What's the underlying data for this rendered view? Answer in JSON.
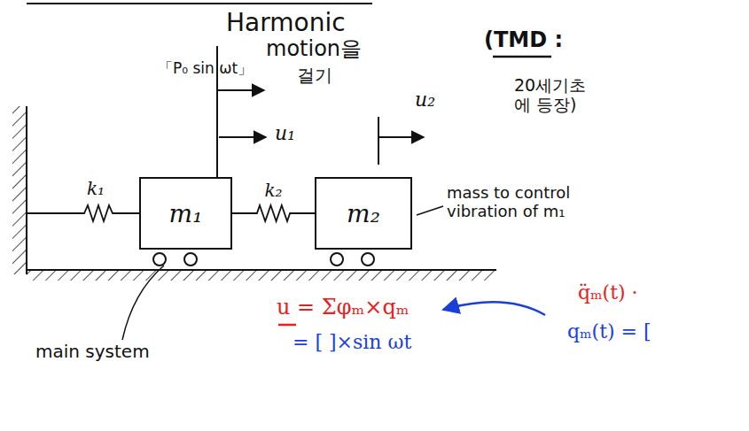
{
  "diagram": {
    "nodes": [
      {
        "text": [
          "m₁"
        ]
      },
      {
        "text": [
          "m₂"
        ]
      }
    ],
    "edges": [
      {
        "from": 0,
        "to": 1,
        "arrow": "none",
        "label": "k₂"
      }
    ],
    "labels": [
      "Harmonic",
      "motion을",
      "걸기",
      "「P₀ sin ωt」",
      "(TMD :",
      "20세기초 에 등장)",
      "u₁",
      "u₂",
      "k₁",
      "mass to control vibration of m₁",
      "main system",
      "u = Σφₘ×qₘ",
      "= [ ]×sin ωt",
      "q̈ₘ(t) ·",
      "qₘ(t) = ["
    ]
  }
}
